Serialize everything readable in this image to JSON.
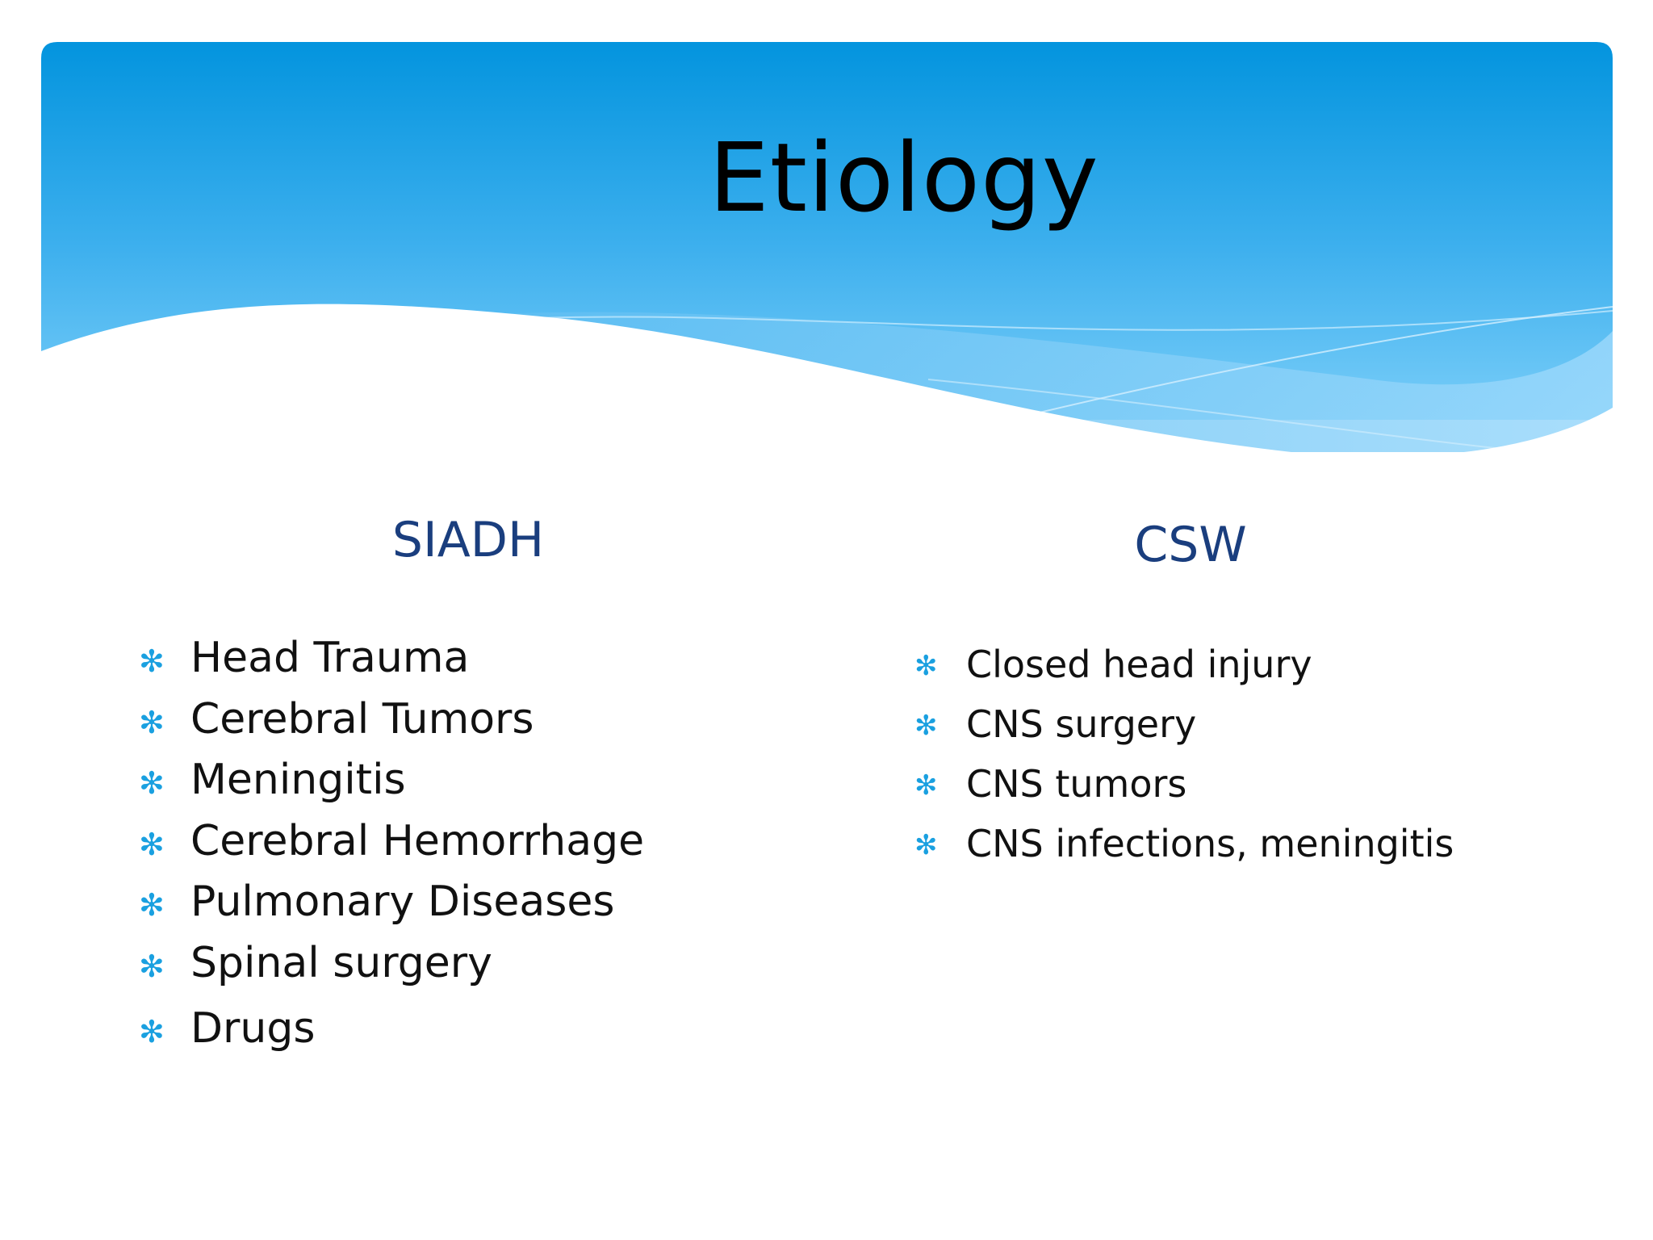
{
  "slide": {
    "title": "Etiology",
    "accent_color": "#1aa0e0",
    "heading_color": "#1a3e7e",
    "bullet_icon": "asterisk-bullet-icon",
    "columns": [
      {
        "heading": "SIADH",
        "items": [
          "Head Trauma",
          "Cerebral Tumors",
          "Meningitis",
          "Cerebral Hemorrhage",
          "Pulmonary Diseases",
          "Spinal surgery",
          "Drugs"
        ]
      },
      {
        "heading": "CSW",
        "items": [
          "Closed head injury",
          "CNS surgery",
          "CNS tumors",
          "CNS infections, meningitis"
        ]
      }
    ]
  }
}
